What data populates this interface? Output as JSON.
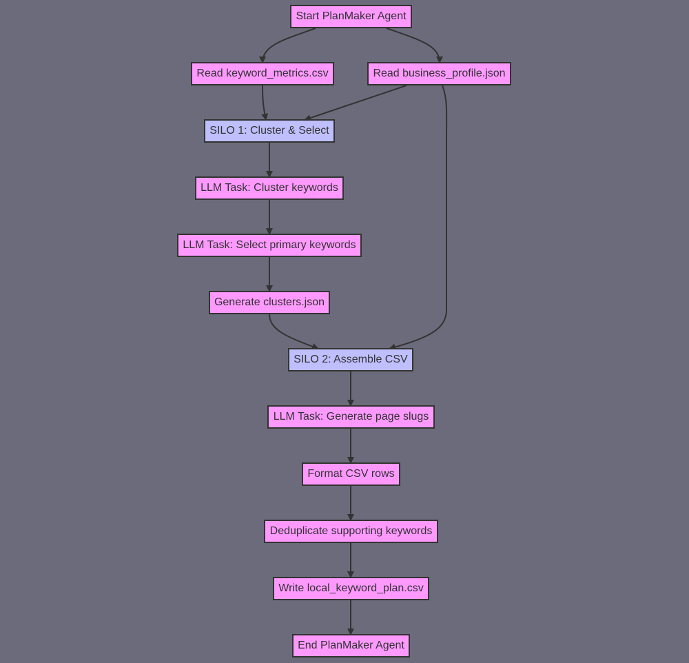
{
  "nodes": {
    "start": "Start PlanMaker Agent",
    "read_keywords": "Read keyword_metrics.csv",
    "read_profile": "Read business_profile.json",
    "silo1": "SILO 1: Cluster & Select",
    "cluster": "LLM Task: Cluster keywords",
    "select": "LLM Task: Select primary keywords",
    "gen_clusters": "Generate clusters.json",
    "silo2": "SILO 2: Assemble CSV",
    "slugs": "LLM Task: Generate page slugs",
    "format": "Format CSV rows",
    "dedupe": "Deduplicate supporting keywords",
    "write": "Write local_keyword_plan.csv",
    "end": "End PlanMaker Agent"
  },
  "edges": [
    [
      "start",
      "read_keywords"
    ],
    [
      "start",
      "read_profile"
    ],
    [
      "read_keywords",
      "silo1"
    ],
    [
      "read_profile",
      "silo1"
    ],
    [
      "read_profile",
      "silo2"
    ],
    [
      "silo1",
      "cluster"
    ],
    [
      "cluster",
      "select"
    ],
    [
      "select",
      "gen_clusters"
    ],
    [
      "gen_clusters",
      "silo2"
    ],
    [
      "silo2",
      "slugs"
    ],
    [
      "slugs",
      "format"
    ],
    [
      "format",
      "dedupe"
    ],
    [
      "dedupe",
      "write"
    ],
    [
      "write",
      "end"
    ]
  ],
  "colors": {
    "background": "#6b6b7b",
    "process_node": "#ff99ff",
    "silo_node": "#bfbfff",
    "stroke": "#333333"
  }
}
